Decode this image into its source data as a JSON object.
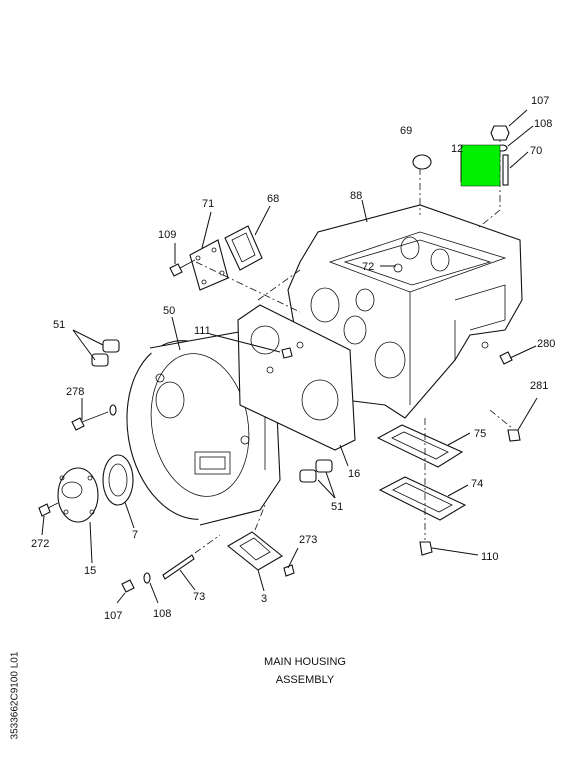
{
  "title": {
    "line1": "MAIN HOUSING",
    "line2": "ASSEMBLY"
  },
  "figure_id": "3533662C9100  L01",
  "highlight_color": "#00f000",
  "callouts": {
    "c107a": "107",
    "c108a": "108",
    "c70": "70",
    "c69": "69",
    "c12": "12",
    "c88": "88",
    "c71": "71",
    "c68": "68",
    "c109": "109",
    "c72": "72",
    "c50": "50",
    "c51a": "51",
    "c111": "111",
    "c280": "280",
    "c278": "278",
    "c281": "281",
    "c75": "75",
    "c16": "16",
    "c74": "74",
    "c51b": "51",
    "c272": "272",
    "c7": "7",
    "c15": "15",
    "c273": "273",
    "c110": "110",
    "c107b": "107",
    "c108b": "108",
    "c73": "73",
    "c3": "3"
  }
}
